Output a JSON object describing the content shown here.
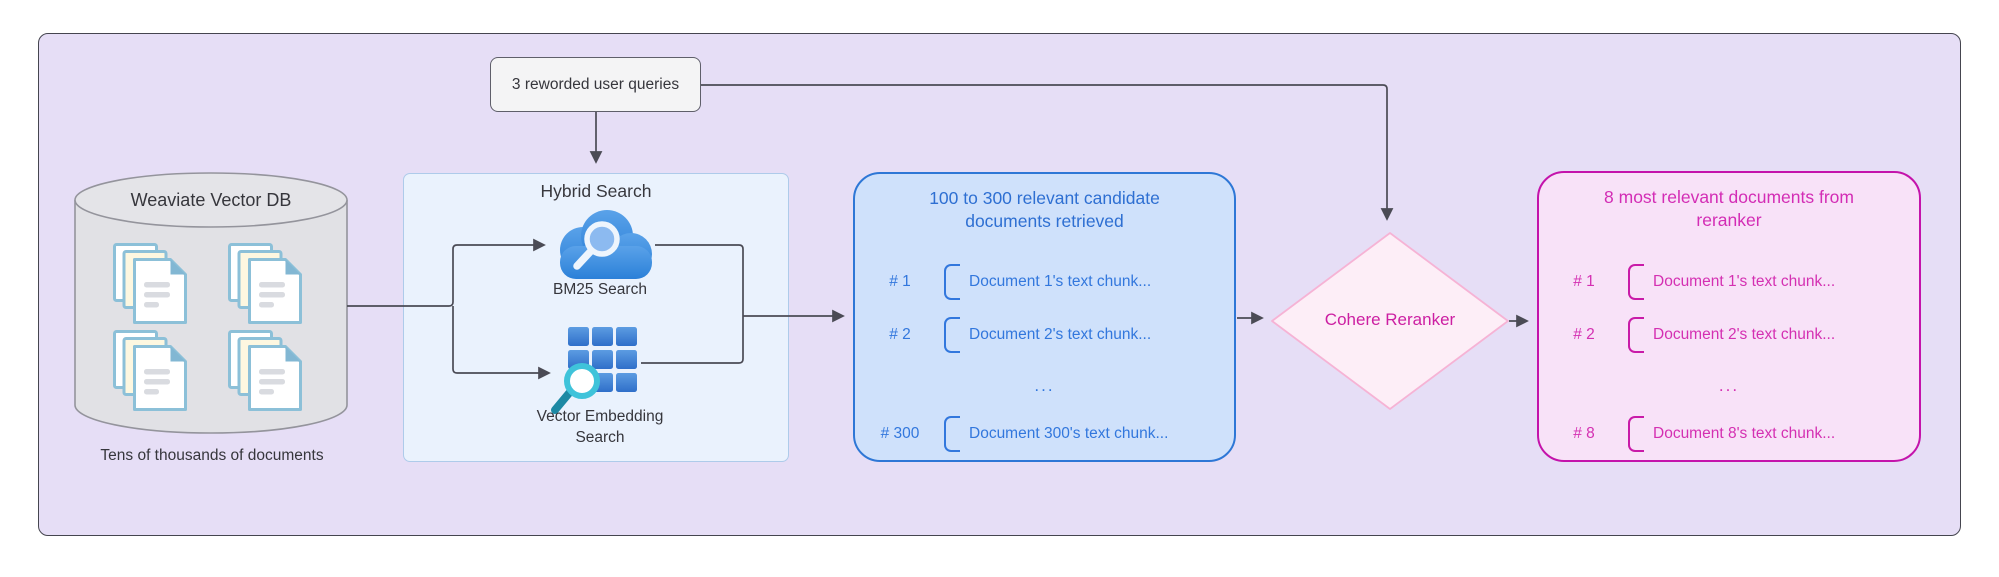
{
  "query_box": {
    "label": "3 reworded user queries"
  },
  "database": {
    "title": "Weaviate Vector DB",
    "caption": "Tens of thousands of documents"
  },
  "hybrid": {
    "title": "Hybrid Search",
    "bm25_label": "BM25 Search",
    "vector_label_line1": "Vector Embedding",
    "vector_label_line2": "Search"
  },
  "candidates": {
    "title_line1": "100 to 300 relevant candidate",
    "title_line2": "documents retrieved",
    "rows": [
      {
        "rank": "# 1",
        "text": "Document 1's text chunk..."
      },
      {
        "rank": "# 2",
        "text": "Document 2's text chunk..."
      },
      {
        "rank": "# 300",
        "text": "Document 300's text chunk..."
      }
    ],
    "ellipsis": "..."
  },
  "reranker": {
    "label": "Cohere Reranker"
  },
  "reranked": {
    "title_line1": "8 most relevant documents from",
    "title_line2": "reranker",
    "rows": [
      {
        "rank": "# 1",
        "text": "Document 1's text chunk..."
      },
      {
        "rank": "# 2",
        "text": "Document 2's text chunk..."
      },
      {
        "rank": "# 8",
        "text": "Document 8's text chunk..."
      }
    ],
    "ellipsis": "..."
  },
  "colors": {
    "canvas_bg": "#e6def6",
    "candidate_accent": "#2e77d6",
    "rerank_accent": "#c413ab",
    "reranker_text": "#cc1fa2",
    "connector": "#4b4b55",
    "cloud_blue": "#3388dd",
    "magnifier_teal": "#3fc3da"
  }
}
